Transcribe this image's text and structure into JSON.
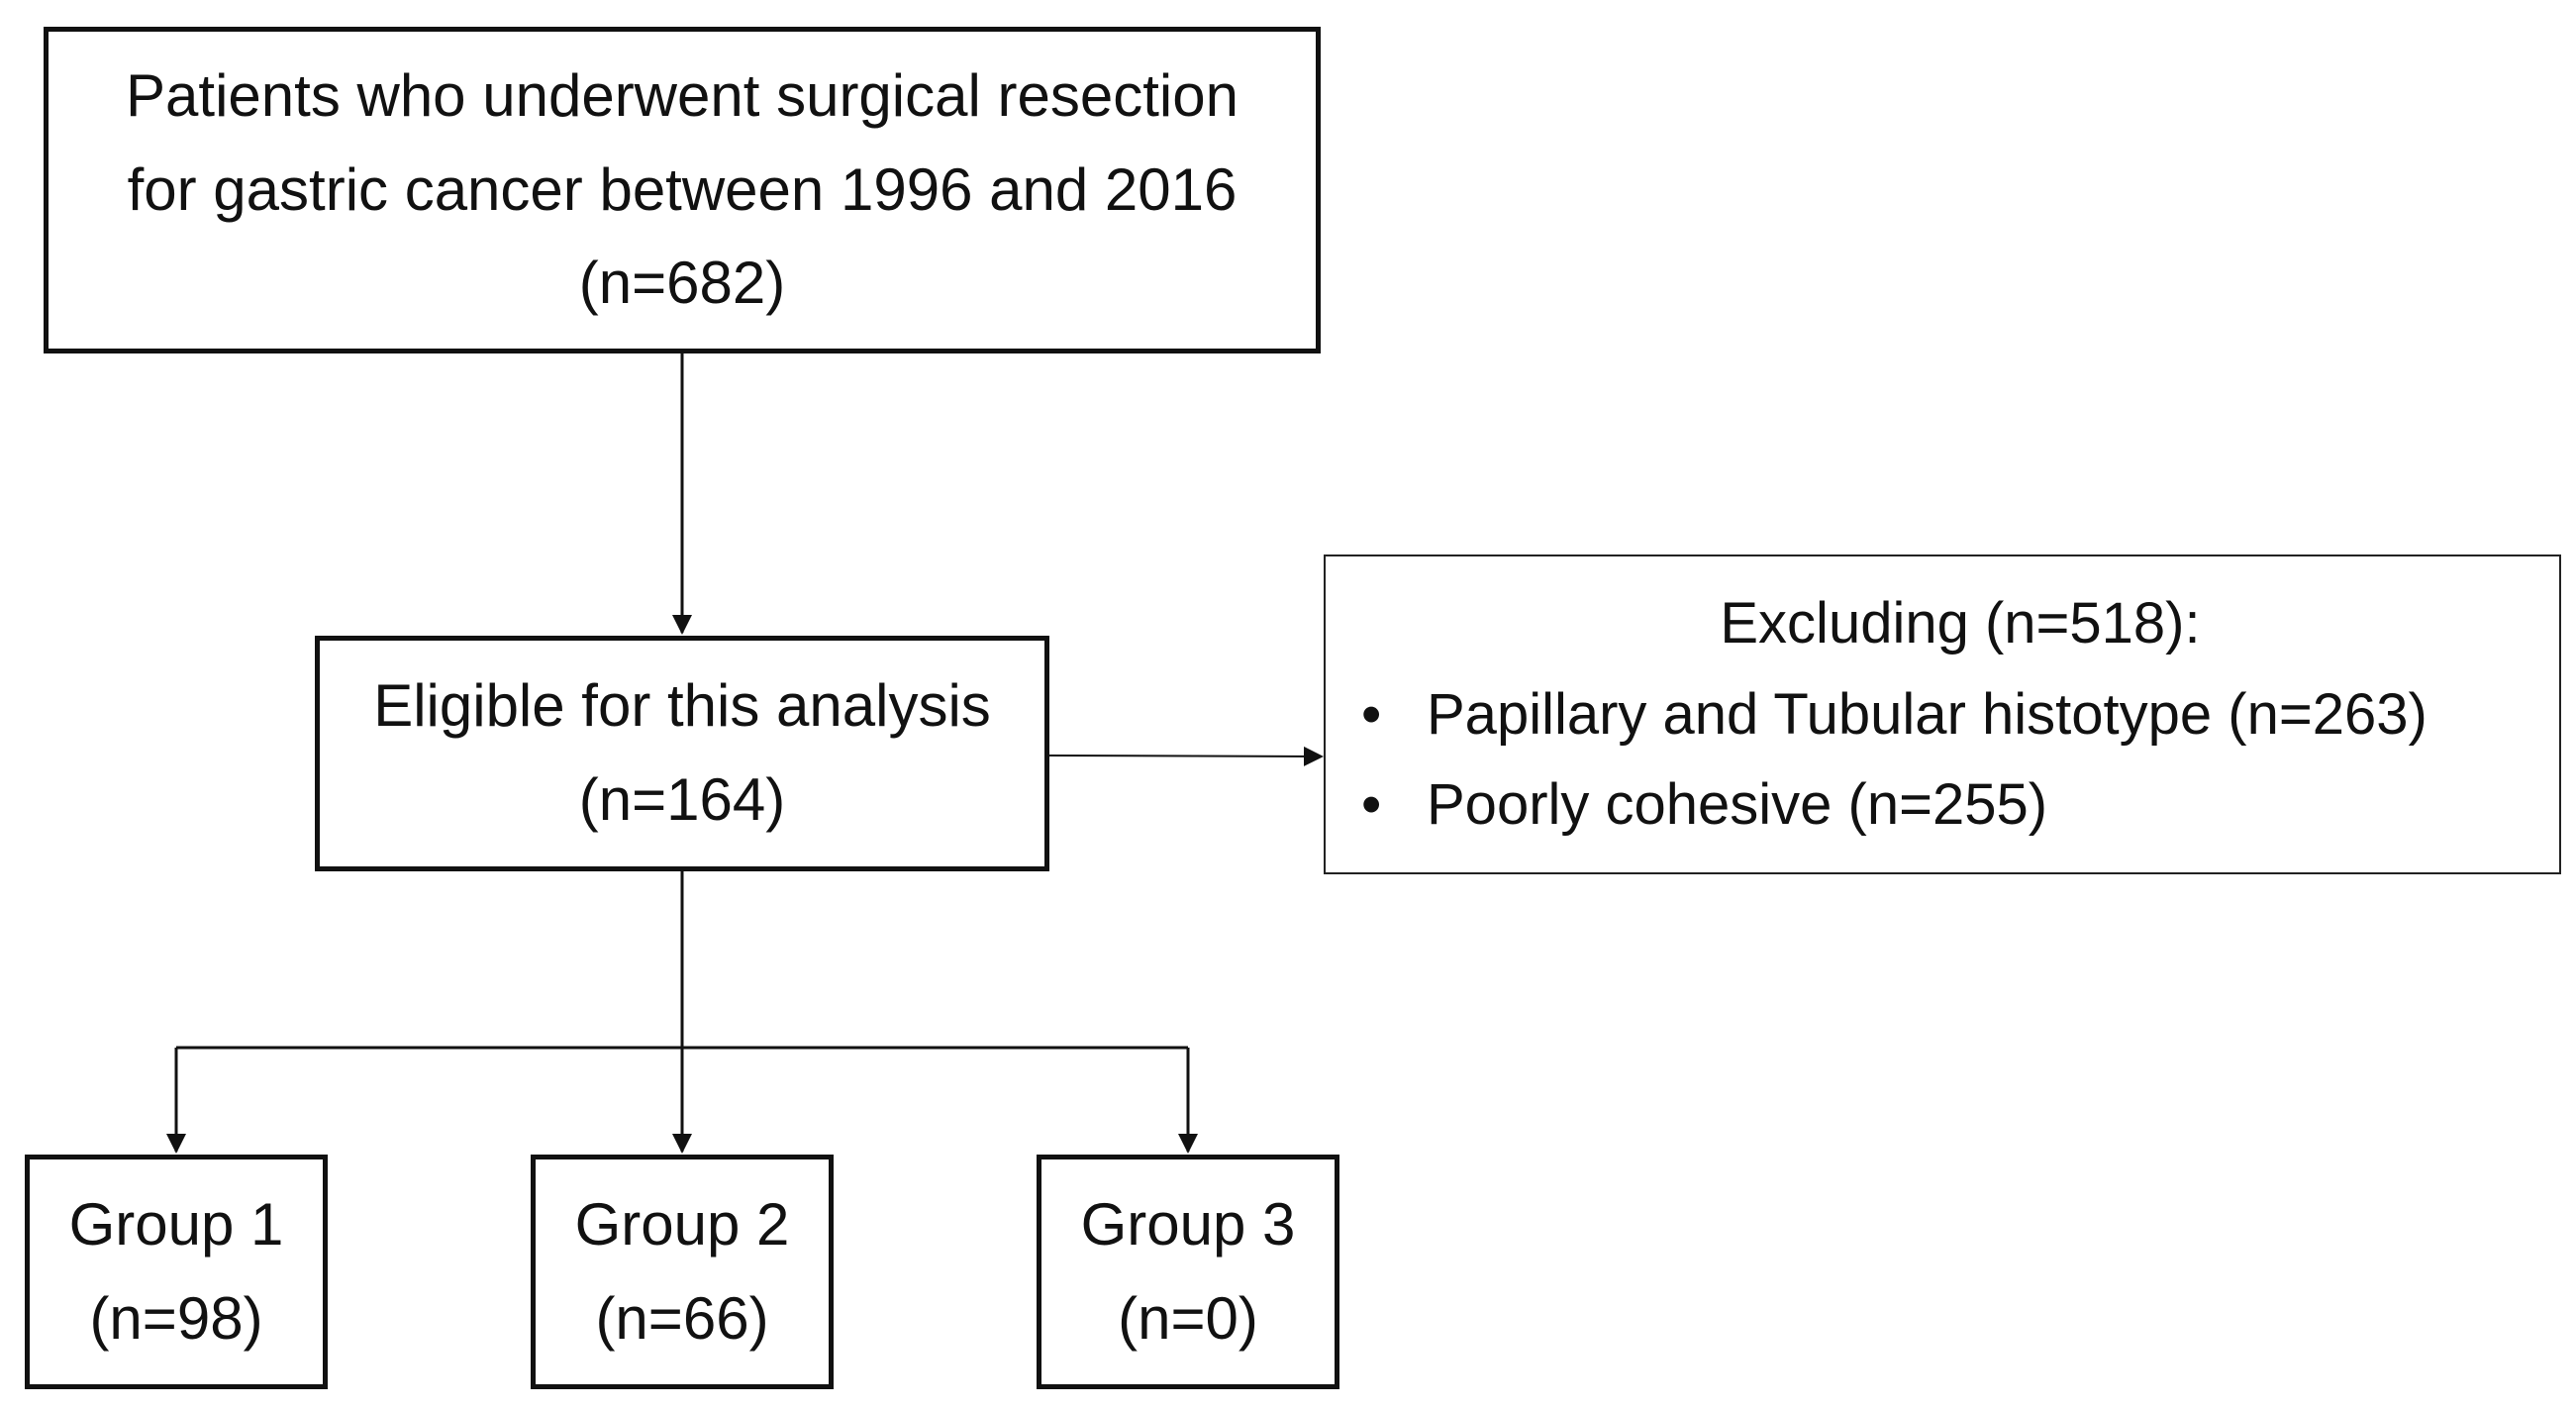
{
  "top_box": {
    "line1": "Patients who underwent surgical resection",
    "line2": "for gastric cancer between 1996 and 2016",
    "line3": "(n=682)"
  },
  "eligible_box": {
    "line1": "Eligible for this analysis",
    "line2": "(n=164)"
  },
  "exclusion_box": {
    "title": "Excluding (n=518):",
    "items": [
      "Papillary and Tubular histotype (n=263)",
      "Poorly cohesive (n=255)"
    ],
    "bullet": "•"
  },
  "groups": [
    {
      "label": "Group 1",
      "count": "(n=98)"
    },
    {
      "label": "Group 2",
      "count": "(n=66)"
    },
    {
      "label": "Group 3",
      "count": "(n=0)"
    }
  ],
  "colors": {
    "line": "#111111",
    "background": "#ffffff"
  }
}
